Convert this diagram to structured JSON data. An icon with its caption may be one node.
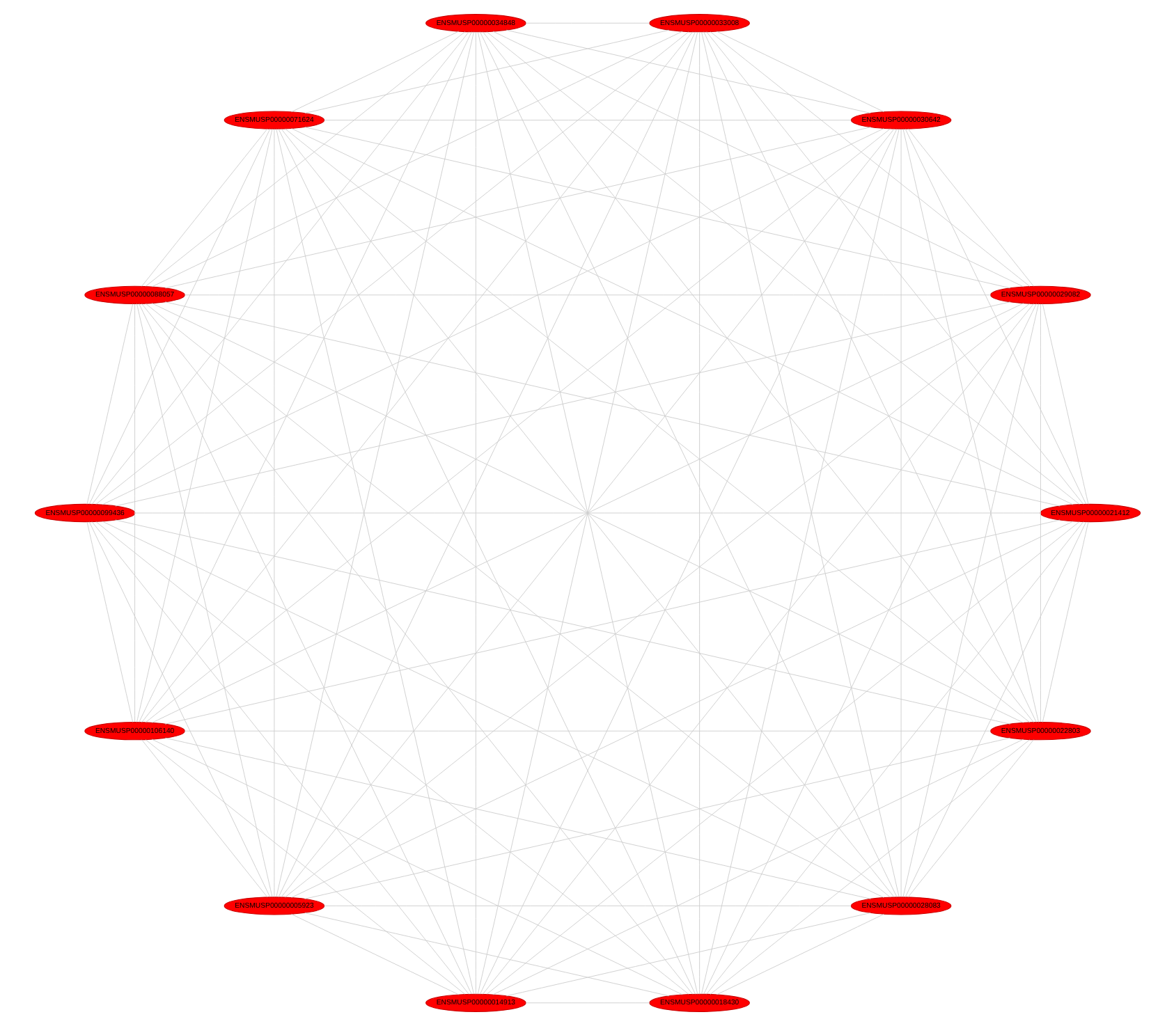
{
  "diagram": {
    "nodes": [
      {
        "text": [
          "ENSMUSP00000022803"
        ]
      },
      {
        "text": [
          "ENSMUSP00000021412"
        ]
      },
      {
        "text": [
          "ENSMUSP00000018430"
        ]
      },
      {
        "text": [
          "ENSMUSP00000014913"
        ]
      },
      {
        "text": [
          "ENSMUSP00000005923"
        ]
      },
      {
        "text": [
          "ENSMUSP00000106140"
        ]
      },
      {
        "text": [
          "ENSMUSP00000099436"
        ]
      },
      {
        "text": [
          "ENSMUSP00000088057"
        ]
      },
      {
        "text": [
          "ENSMUSP00000071624"
        ]
      },
      {
        "text": [
          "ENSMUSP00000034848"
        ]
      },
      {
        "text": [
          "ENSMUSP00000033008"
        ]
      },
      {
        "text": [
          "ENSMUSP00000030642"
        ]
      },
      {
        "text": [
          "ENSMUSP00000029082"
        ]
      },
      {
        "text": [
          "ENSMUSP00000028083"
        ]
      }
    ],
    "edges": [
      {
        "from": 0,
        "to": 1,
        "arrow": "none"
      },
      {
        "from": 0,
        "to": 2,
        "arrow": "none"
      },
      {
        "from": 0,
        "to": 3,
        "arrow": "none"
      },
      {
        "from": 0,
        "to": 4,
        "arrow": "none"
      },
      {
        "from": 0,
        "to": 5,
        "arrow": "none"
      },
      {
        "from": 0,
        "to": 6,
        "arrow": "none"
      },
      {
        "from": 0,
        "to": 7,
        "arrow": "none"
      },
      {
        "from": 0,
        "to": 8,
        "arrow": "none"
      },
      {
        "from": 0,
        "to": 9,
        "arrow": "none"
      },
      {
        "from": 0,
        "to": 10,
        "arrow": "none"
      },
      {
        "from": 0,
        "to": 11,
        "arrow": "none"
      },
      {
        "from": 0,
        "to": 12,
        "arrow": "none"
      },
      {
        "from": 0,
        "to": 13,
        "arrow": "none"
      },
      {
        "from": 1,
        "to": 2,
        "arrow": "none"
      },
      {
        "from": 1,
        "to": 3,
        "arrow": "none"
      },
      {
        "from": 1,
        "to": 4,
        "arrow": "none"
      },
      {
        "from": 1,
        "to": 5,
        "arrow": "none"
      },
      {
        "from": 1,
        "to": 6,
        "arrow": "none"
      },
      {
        "from": 1,
        "to": 7,
        "arrow": "none"
      },
      {
        "from": 1,
        "to": 8,
        "arrow": "none"
      },
      {
        "from": 1,
        "to": 9,
        "arrow": "none"
      },
      {
        "from": 1,
        "to": 10,
        "arrow": "none"
      },
      {
        "from": 1,
        "to": 11,
        "arrow": "none"
      },
      {
        "from": 1,
        "to": 12,
        "arrow": "none"
      },
      {
        "from": 1,
        "to": 13,
        "arrow": "none"
      },
      {
        "from": 2,
        "to": 3,
        "arrow": "none"
      },
      {
        "from": 2,
        "to": 4,
        "arrow": "none"
      },
      {
        "from": 2,
        "to": 5,
        "arrow": "none"
      },
      {
        "from": 2,
        "to": 6,
        "arrow": "none"
      },
      {
        "from": 2,
        "to": 7,
        "arrow": "none"
      },
      {
        "from": 2,
        "to": 8,
        "arrow": "none"
      },
      {
        "from": 2,
        "to": 9,
        "arrow": "none"
      },
      {
        "from": 2,
        "to": 10,
        "arrow": "none"
      },
      {
        "from": 2,
        "to": 11,
        "arrow": "none"
      },
      {
        "from": 2,
        "to": 12,
        "arrow": "none"
      },
      {
        "from": 2,
        "to": 13,
        "arrow": "none"
      },
      {
        "from": 3,
        "to": 4,
        "arrow": "none"
      },
      {
        "from": 3,
        "to": 5,
        "arrow": "none"
      },
      {
        "from": 3,
        "to": 6,
        "arrow": "none"
      },
      {
        "from": 3,
        "to": 7,
        "arrow": "none"
      },
      {
        "from": 3,
        "to": 8,
        "arrow": "none"
      },
      {
        "from": 3,
        "to": 9,
        "arrow": "none"
      },
      {
        "from": 3,
        "to": 10,
        "arrow": "none"
      },
      {
        "from": 3,
        "to": 11,
        "arrow": "none"
      },
      {
        "from": 3,
        "to": 12,
        "arrow": "none"
      },
      {
        "from": 3,
        "to": 13,
        "arrow": "none"
      },
      {
        "from": 4,
        "to": 5,
        "arrow": "none"
      },
      {
        "from": 4,
        "to": 6,
        "arrow": "none"
      },
      {
        "from": 4,
        "to": 7,
        "arrow": "none"
      },
      {
        "from": 4,
        "to": 8,
        "arrow": "none"
      },
      {
        "from": 4,
        "to": 9,
        "arrow": "none"
      },
      {
        "from": 4,
        "to": 10,
        "arrow": "none"
      },
      {
        "from": 4,
        "to": 11,
        "arrow": "none"
      },
      {
        "from": 4,
        "to": 12,
        "arrow": "none"
      },
      {
        "from": 4,
        "to": 13,
        "arrow": "none"
      },
      {
        "from": 5,
        "to": 6,
        "arrow": "none"
      },
      {
        "from": 5,
        "to": 7,
        "arrow": "none"
      },
      {
        "from": 5,
        "to": 8,
        "arrow": "none"
      },
      {
        "from": 5,
        "to": 9,
        "arrow": "none"
      },
      {
        "from": 5,
        "to": 10,
        "arrow": "none"
      },
      {
        "from": 5,
        "to": 11,
        "arrow": "none"
      },
      {
        "from": 5,
        "to": 12,
        "arrow": "none"
      },
      {
        "from": 5,
        "to": 13,
        "arrow": "none"
      },
      {
        "from": 6,
        "to": 7,
        "arrow": "none"
      },
      {
        "from": 6,
        "to": 8,
        "arrow": "none"
      },
      {
        "from": 6,
        "to": 9,
        "arrow": "none"
      },
      {
        "from": 6,
        "to": 10,
        "arrow": "none"
      },
      {
        "from": 6,
        "to": 11,
        "arrow": "none"
      },
      {
        "from": 6,
        "to": 12,
        "arrow": "none"
      },
      {
        "from": 6,
        "to": 13,
        "arrow": "none"
      },
      {
        "from": 7,
        "to": 8,
        "arrow": "none"
      },
      {
        "from": 7,
        "to": 9,
        "arrow": "none"
      },
      {
        "from": 7,
        "to": 10,
        "arrow": "none"
      },
      {
        "from": 7,
        "to": 11,
        "arrow": "none"
      },
      {
        "from": 7,
        "to": 12,
        "arrow": "none"
      },
      {
        "from": 7,
        "to": 13,
        "arrow": "none"
      },
      {
        "from": 8,
        "to": 9,
        "arrow": "none"
      },
      {
        "from": 8,
        "to": 10,
        "arrow": "none"
      },
      {
        "from": 8,
        "to": 11,
        "arrow": "none"
      },
      {
        "from": 8,
        "to": 12,
        "arrow": "none"
      },
      {
        "from": 8,
        "to": 13,
        "arrow": "none"
      },
      {
        "from": 9,
        "to": 10,
        "arrow": "none"
      },
      {
        "from": 9,
        "to": 11,
        "arrow": "none"
      },
      {
        "from": 9,
        "to": 12,
        "arrow": "none"
      },
      {
        "from": 9,
        "to": 13,
        "arrow": "none"
      },
      {
        "from": 10,
        "to": 11,
        "arrow": "none"
      },
      {
        "from": 10,
        "to": 12,
        "arrow": "none"
      },
      {
        "from": 10,
        "to": 13,
        "arrow": "none"
      },
      {
        "from": 11,
        "to": 12,
        "arrow": "none"
      },
      {
        "from": 11,
        "to": 13,
        "arrow": "none"
      },
      {
        "from": 12,
        "to": 13,
        "arrow": "none"
      }
    ]
  }
}
